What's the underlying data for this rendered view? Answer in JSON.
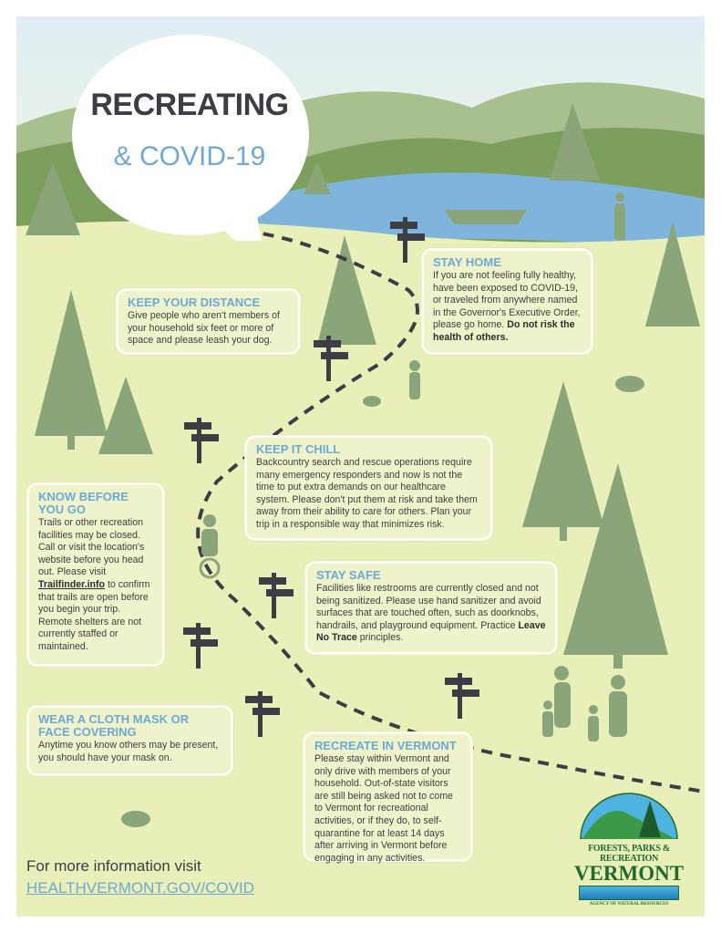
{
  "title": {
    "line1": "RECREATING",
    "line2": "& COVID-19"
  },
  "tips": [
    {
      "heading": "STAY HOME",
      "text": "If you are not feeling fully healthy, have been exposed to COVID-19, or traveled from anywhere named in the Governor's Executive Order, please go home.",
      "bold": "Do not risk the health of others."
    },
    {
      "heading": "KEEP YOUR DISTANCE",
      "text": "Give people who aren't members of your household six feet or more of space and please leash your dog."
    },
    {
      "heading": "KEEP IT CHILL",
      "text": "Backcountry search and rescue operations require many emergency responders and now is not the time to put extra demands on our healthcare system. Please don't put them at risk and take them away from their ability to care for others. Plan your trip in a responsible way that minimizes risk."
    },
    {
      "heading": "KNOW BEFORE YOU GO",
      "text_before": "Trails or other recreation facilities may be closed. Call or visit the location's website before you head out. Please visit",
      "link": "Trailfinder.info",
      "text_after": "to confirm that trails are open before you begin your trip. Remote shelters are not currently staffed or maintained."
    },
    {
      "heading": "STAY SAFE",
      "text": "Facilities like restrooms are currently closed and not being sanitized. Please use hand sanitizer and avoid surfaces that are touched often, such as doorknobs, handrails, and playground equipment. Practice",
      "bold": "Leave No Trace",
      "text_after": "principles."
    },
    {
      "heading": "WEAR A CLOTH MASK OR FACE COVERING",
      "text": "Anytime you know others may be present, you should have your mask on."
    },
    {
      "heading": "RECREATE IN VERMONT",
      "text": "Please stay within Vermont and only drive with members of your household. Out-of-state visitors are still being asked not to come to Vermont for recreational activities, or if they do, to self-quarantine for at least 14 days after arriving in Vermont before engaging in any activities."
    }
  ],
  "footer": {
    "more_info": "For more information visit",
    "link": "HEALTHVERMONT.GOV/COVID"
  },
  "logo": {
    "line1": "FORESTS, PARKS & RECREATION",
    "line2": "VERMONT",
    "line3": "AGENCY OF NATURAL RESOURCES"
  },
  "colors": {
    "accent": "#6fa9d3",
    "grass": "#e9efb8",
    "tree": "#8aa57a",
    "dark": "#3c3d45"
  }
}
